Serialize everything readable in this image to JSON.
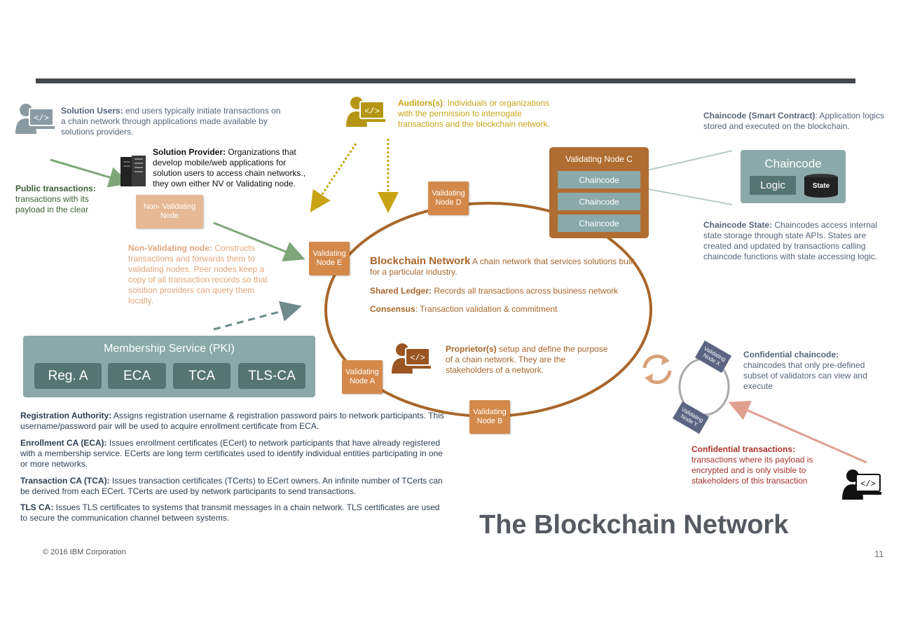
{
  "colors": {
    "node_orange": "#d4894a",
    "ring_brown": "#a8662a",
    "auditor_gold": "#c8a415",
    "teal": "#8aa9a8",
    "slate": "#56647a",
    "confidential_red": "#a6332a"
  },
  "solution_users": {
    "title": "Solution Users:",
    "text": " end users typically initiate transactions on a chain network through applications made available by solutions providers."
  },
  "solution_provider": {
    "title": "Solution Provider:",
    "text": " Organizations that develop mobile/web applications for solution users to access chain networks., they own either NV or Validating node."
  },
  "public_tx": {
    "title": "Public transactions:",
    "text": "transactions with its payload in the clear"
  },
  "auditors": {
    "title": "Auditors(s)",
    "text": ": Individuals or organizations with the permission to interrogate transactions and the blockchain network."
  },
  "nv_node": {
    "label": "Non- Validating Node",
    "title": "Non-Validating node:",
    "text": " Constructs transactions and forwards them to validating nodes. Peer nodes keep a copy of all transaction records so that solution providers can query them locally."
  },
  "nodes": {
    "d": "Validating Node D",
    "e": "Validating Node E",
    "a": "Validating Node A",
    "b": "Validating Node B",
    "x": "Validating Node X",
    "y": "Validating Node Y"
  },
  "node_c": {
    "title": "Validating Node C",
    "items": [
      "Chaincode",
      "Chaincode",
      "Chaincode"
    ]
  },
  "network": {
    "title": "Blockchain Network",
    "title_desc": " A chain network that services solutions built for a particular industry.",
    "ledger_title": "Shared Ledger:",
    "ledger_text": " Records all transactions across business network",
    "consensus_title": "Consensus",
    "consensus_text": ": Transaction validation & commitment"
  },
  "proprietor": {
    "title": "Proprietor(s)",
    "text": " setup and define the purpose of a chain network. They are the stakeholders of a network."
  },
  "chaincode_sc": {
    "title": "Chaincode (Smart Contract)",
    "text": ": Application logics stored and executed on the blockchain."
  },
  "chaincode_box": {
    "title": "Chaincode",
    "logic": "Logic",
    "state": "State"
  },
  "chaincode_state": {
    "title": "Chaincode State:",
    "text": " Chaincodes access internal state storage through state APIs. States are created and updated by transactions calling chaincode functions with state accessing logic."
  },
  "conf_chaincode": {
    "title": "Confidential chaincode:",
    "text": "chaincodes that only pre-defined subset of validators can view and execute"
  },
  "conf_tx": {
    "title": "Confidential transactions:",
    "text": "transactions where its payload is encrypted and is only visible to stakeholders of this transaction"
  },
  "membership": {
    "title": "Membership Service (PKI)",
    "buttons": [
      "Reg. A",
      "ECA",
      "TCA",
      "TLS-CA"
    ]
  },
  "defs": [
    {
      "title": "Registration Authority:",
      "text": " Assigns registration username & registration password pairs to network participants. This username/password pair will be used to acquire enrollment certificate from ECA."
    },
    {
      "title": "Enrollment CA (ECA):",
      "text": " Issues enrollment certificates (ECert) to network participants that have already registered with a membership service. ECerts are long term certificates used to identify individual entities participating in one or more networks."
    },
    {
      "title": "Transaction CA (TCA):",
      "text": " Issues transaction certificates (TCerts) to ECert owners. An infinite number of TCerts can be derived from each ECert. TCerts are used by network participants to send transactions."
    },
    {
      "title": "TLS CA:",
      "text": " Issues TLS certificates to systems that transmit messages in a chain network. TLS certificates are used to secure the communication channel between systems."
    }
  ],
  "slide_title": "The Blockchain Network",
  "footer": {
    "copyright": "© 2016 IBM Corporation",
    "page": "11"
  },
  "icons": [
    "user-code-icon",
    "server-icon",
    "sync-icon",
    "database-icon"
  ]
}
